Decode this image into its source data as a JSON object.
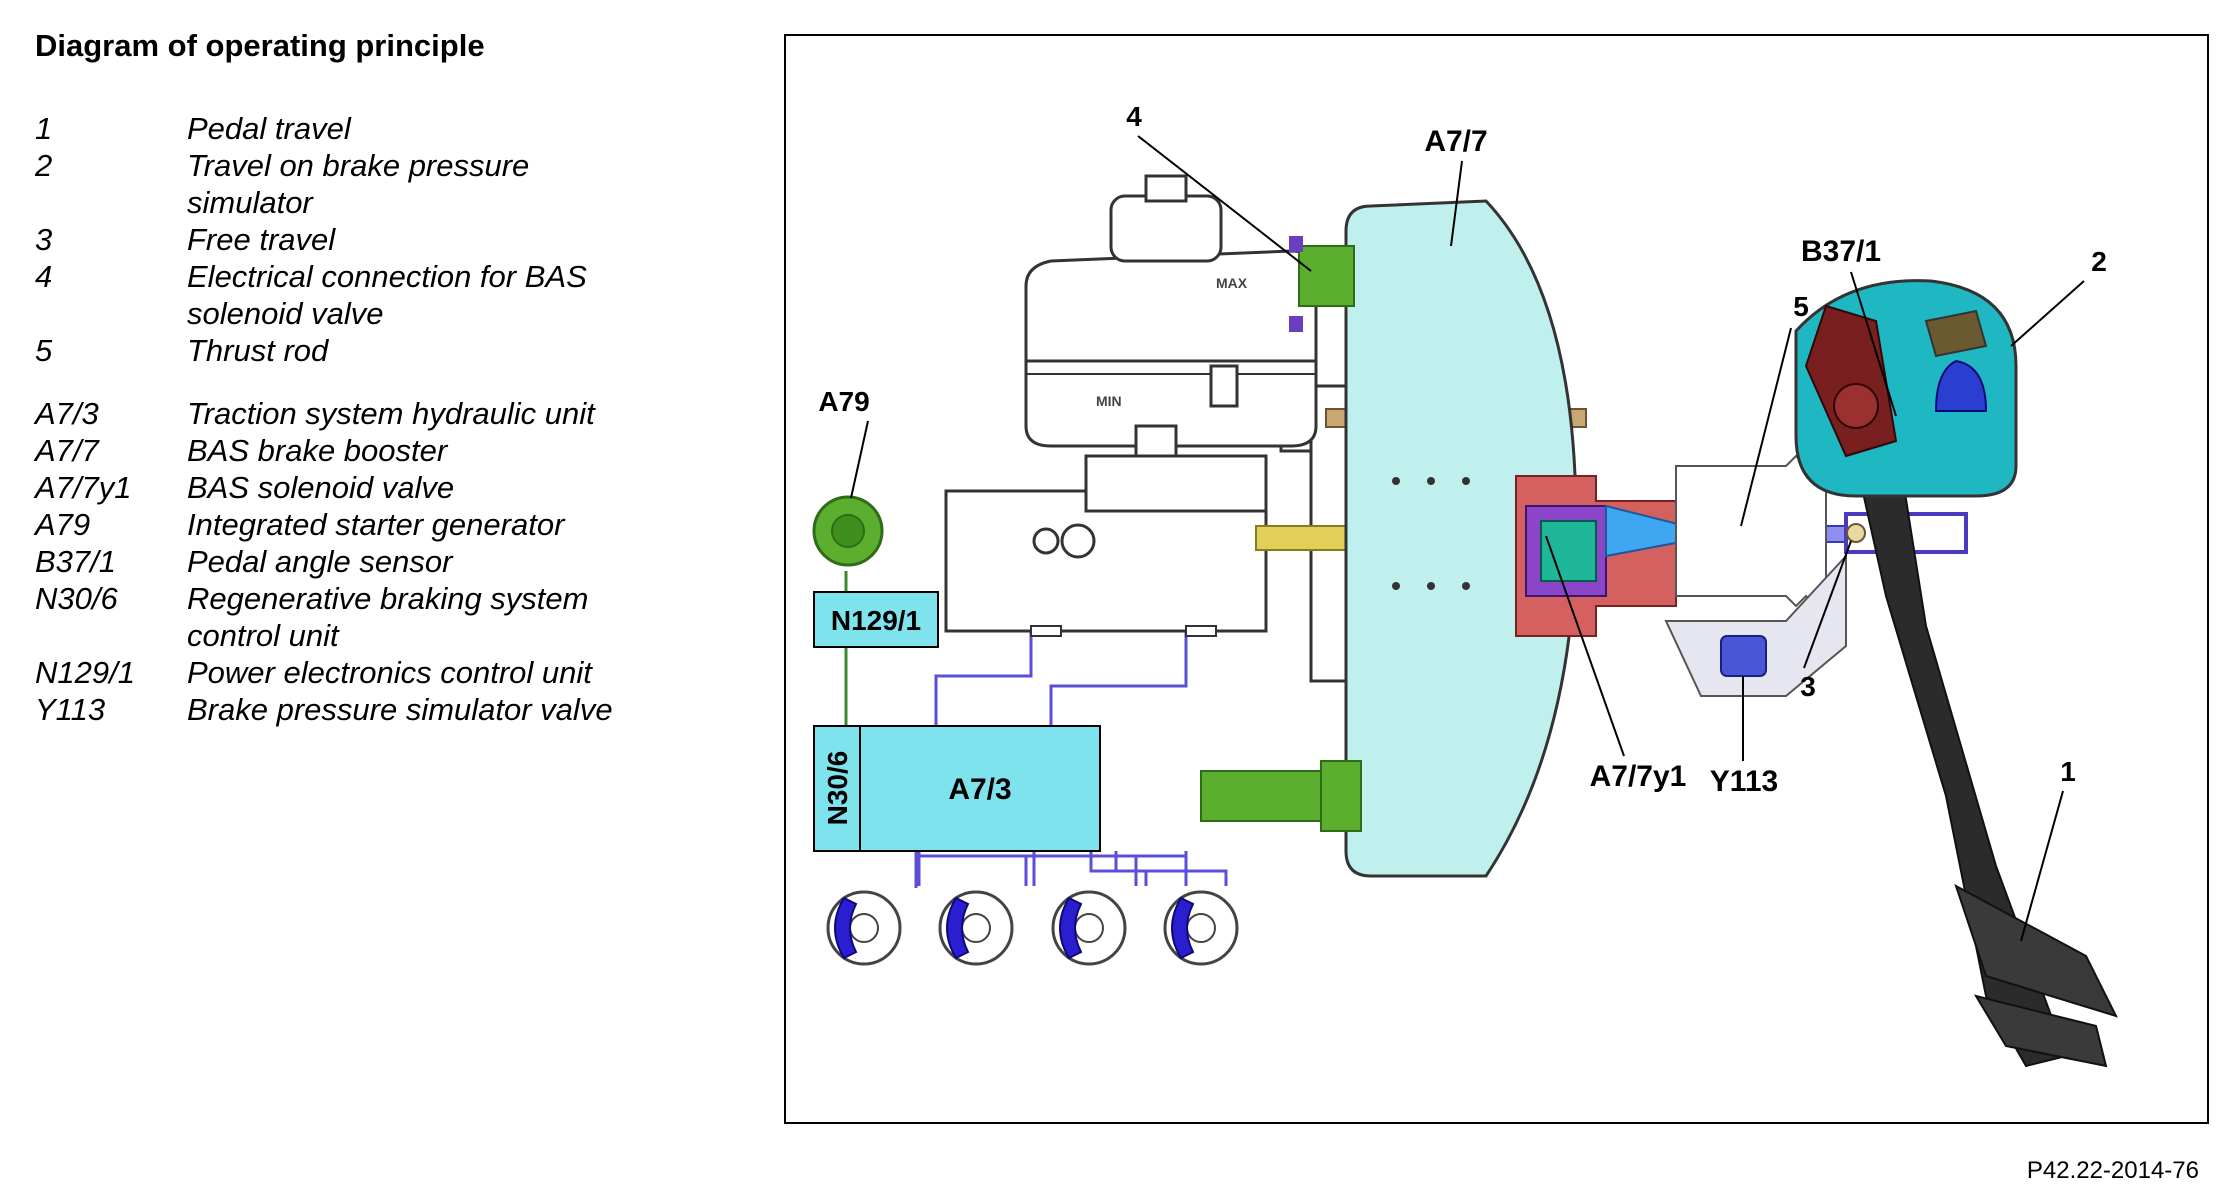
{
  "title": "Diagram of operating principle",
  "legend": [
    {
      "code": "1",
      "desc": "Pedal travel"
    },
    {
      "code": "2",
      "desc": "Travel on brake pressure simulator"
    },
    {
      "code": "3",
      "desc": "Free travel"
    },
    {
      "code": "4",
      "desc": "Electrical connection for BAS solenoid valve"
    },
    {
      "code": "5",
      "desc": "Thrust rod"
    },
    {
      "code": "A7/3",
      "desc": "Traction system hydraulic unit"
    },
    {
      "code": "A7/7",
      "desc": "BAS brake booster"
    },
    {
      "code": "A7/7y1",
      "desc": "BAS solenoid valve"
    },
    {
      "code": "A79",
      "desc": "Integrated starter generator"
    },
    {
      "code": "B37/1",
      "desc": "Pedal angle sensor"
    },
    {
      "code": "N30/6",
      "desc": "Regenerative braking system control unit"
    },
    {
      "code": "N129/1",
      "desc": "Power electronics control unit"
    },
    {
      "code": "Y113",
      "desc": "Brake pressure simulator valve"
    }
  ],
  "diagram": {
    "labels": {
      "a79": "A79",
      "n129_1": "N129/1",
      "n30_6": "N30/6",
      "a7_3": "A7/3",
      "a7_7": "A7/7",
      "a7_7y1": "A7/7y1",
      "y113": "Y113",
      "b37_1": "B37/1",
      "n1": "1",
      "n2": "2",
      "n3": "3",
      "n4": "4",
      "n5": "5",
      "reservoir_max": "MAX",
      "reservoir_min": "MIN"
    },
    "colors": {
      "box": "#7fe3ee",
      "booster": "#bff0ee",
      "green": "#5cae2e",
      "line": "#5a4fd6",
      "caliper": "#2a1fd0",
      "pedal": "#2b2b2b",
      "red": "#b03a3a"
    }
  },
  "reference": "P42.22-2014-76"
}
